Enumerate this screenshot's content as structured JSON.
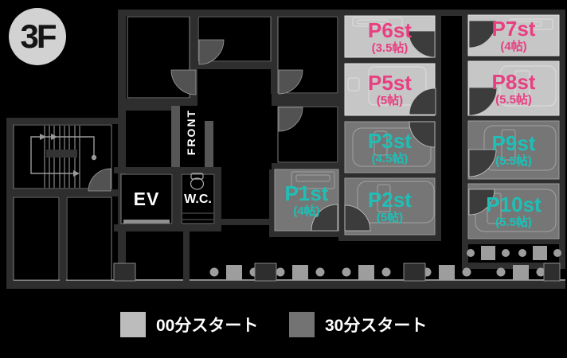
{
  "floor_badge": {
    "label": "3F"
  },
  "rooms": [
    {
      "name": "P1st",
      "size": "(4帖)",
      "time_slot": "30"
    },
    {
      "name": "P2st",
      "size": "(5帖)",
      "time_slot": "30"
    },
    {
      "name": "P3st",
      "size": "(4.5帖)",
      "time_slot": "30"
    },
    {
      "name": "P5st",
      "size": "(5帖)",
      "time_slot": "00"
    },
    {
      "name": "P6st",
      "size": "(3.5帖)",
      "time_slot": "00"
    },
    {
      "name": "P7st",
      "size": "(4帖)",
      "time_slot": "00"
    },
    {
      "name": "P8st",
      "size": "(5.5帖)",
      "time_slot": "00"
    },
    {
      "name": "P9st",
      "size": "(5.5帖)",
      "time_slot": "30"
    },
    {
      "name": "P10st",
      "size": "(5.5帖)",
      "time_slot": "30"
    }
  ],
  "labels": {
    "elevator": "EV",
    "toilet": "W.C.",
    "front": "FRONT"
  },
  "legend": {
    "items": [
      {
        "label": "00分スタート",
        "color": "#bcbcbc"
      },
      {
        "label": "30分スタート",
        "color": "#737373"
      }
    ]
  },
  "colors": {
    "background": "#000000",
    "wall": "#2e2e2e",
    "room_00_fill": "#c6c6c6",
    "room_30_fill": "#767676",
    "room_00_text": "#e83f80",
    "room_30_text": "#1fbfb6",
    "badge_fill": "#d2d2d2"
  }
}
